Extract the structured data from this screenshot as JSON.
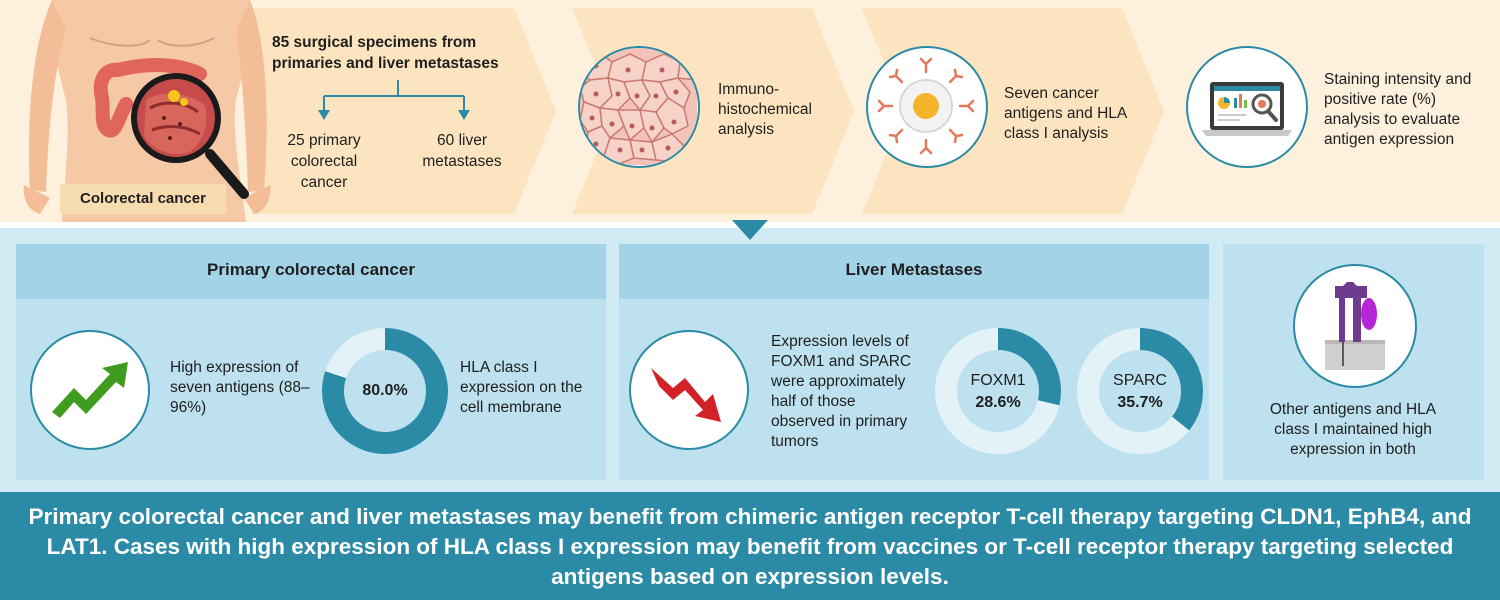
{
  "top": {
    "body_label": "Colorectal cancer",
    "specimens_title": "85 surgical specimens from primaries and liver metastases",
    "branch_left": "25 primary colorectal cancer",
    "branch_right": "60 liver metastases",
    "step_ihc": "Immuno-histochemical analysis",
    "step_antigens": "Seven cancer antigens and HLA class I analysis",
    "step_staining": "Staining intensity and positive rate (%) analysis to evaluate antigen expression"
  },
  "primary": {
    "title": "Primary colorectal cancer",
    "high_expression": "High expression of seven antigens (88–96%)",
    "hla_donut_value": "80.0%",
    "hla_fraction": 0.8,
    "hla_text": "HLA class I expression on the cell membrane"
  },
  "liver": {
    "title": "Liver Metastases",
    "expression_text": "Expression levels of FOXM1 and SPARC were approximately half of those observed in primary tumors",
    "foxm1_name": "FOXM1",
    "foxm1_value": "28.6%",
    "foxm1_fraction": 0.286,
    "sparc_name": "SPARC",
    "sparc_value": "35.7%",
    "sparc_fraction": 0.357
  },
  "other": {
    "text": "Other antigens and HLA class I maintained high expression in both"
  },
  "conclusion": "Primary colorectal cancer and liver metastases may benefit from chimeric antigen receptor T-cell therapy targeting CLDN1, EphB4, and LAT1. Cases with high expression of HLA class I expression may benefit from vaccines or T-cell receptor therapy targeting selected antigens based on expression levels.",
  "colors": {
    "teal": "#2b8aa6",
    "teal_light": "#e3f2f7",
    "top_bg": "#fdf0dc",
    "arrow_bg": "#fbe4bf",
    "green_arrow": "#3f9c1e",
    "red_arrow": "#d42027",
    "purple": "#6f3b8f",
    "magenta": "#b626d6"
  }
}
